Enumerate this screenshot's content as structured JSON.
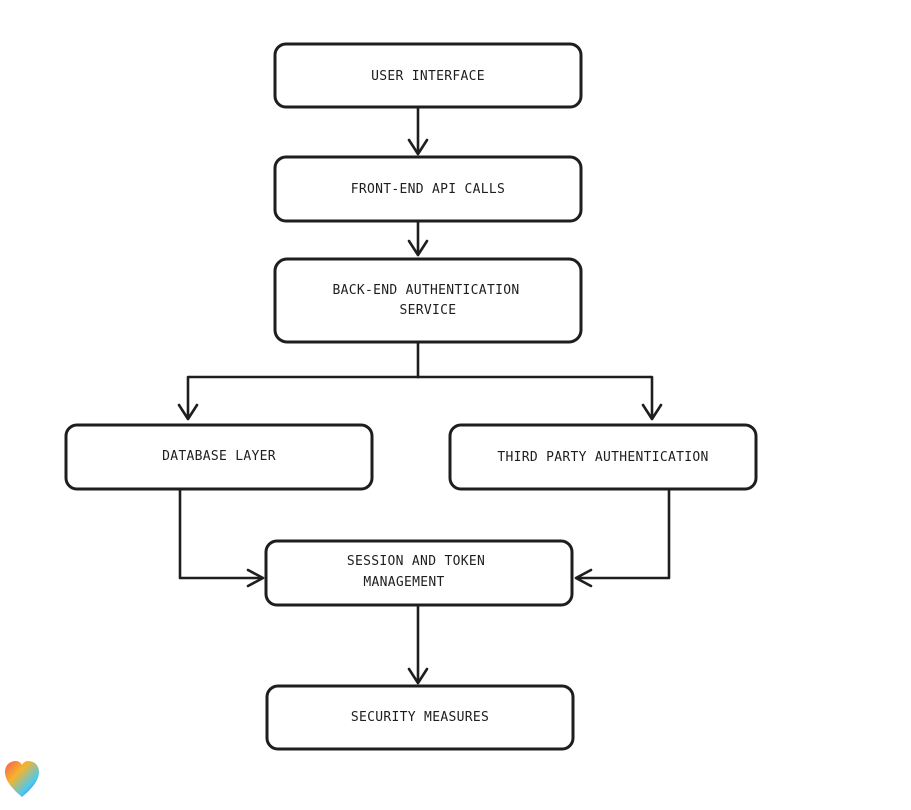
{
  "diagram": {
    "nodes": [
      {
        "id": "ui",
        "lines": [
          "USER INTERFACE"
        ]
      },
      {
        "id": "api",
        "lines": [
          "FRONT-END API CALLS"
        ]
      },
      {
        "id": "auth",
        "lines": [
          "BACK-END AUTHENTICATION",
          "SERVICE"
        ]
      },
      {
        "id": "db",
        "lines": [
          "DATABASE LAYER"
        ]
      },
      {
        "id": "third",
        "lines": [
          "THIRD PARTY AUTHENTICATION"
        ]
      },
      {
        "id": "session",
        "lines": [
          "SESSION AND TOKEN",
          "MANAGEMENT"
        ]
      },
      {
        "id": "security",
        "lines": [
          "SECURITY MEASURES"
        ]
      }
    ],
    "edges": [
      {
        "from": "ui",
        "to": "api"
      },
      {
        "from": "api",
        "to": "auth"
      },
      {
        "from": "auth",
        "to": "db"
      },
      {
        "from": "auth",
        "to": "third"
      },
      {
        "from": "db",
        "to": "session"
      },
      {
        "from": "third",
        "to": "session"
      },
      {
        "from": "session",
        "to": "security"
      }
    ]
  },
  "watermark": {
    "icon": "heart-logo-icon",
    "colors": [
      "#f25c54",
      "#f7b32b",
      "#4cc9f0",
      "#7b2cbf"
    ]
  }
}
